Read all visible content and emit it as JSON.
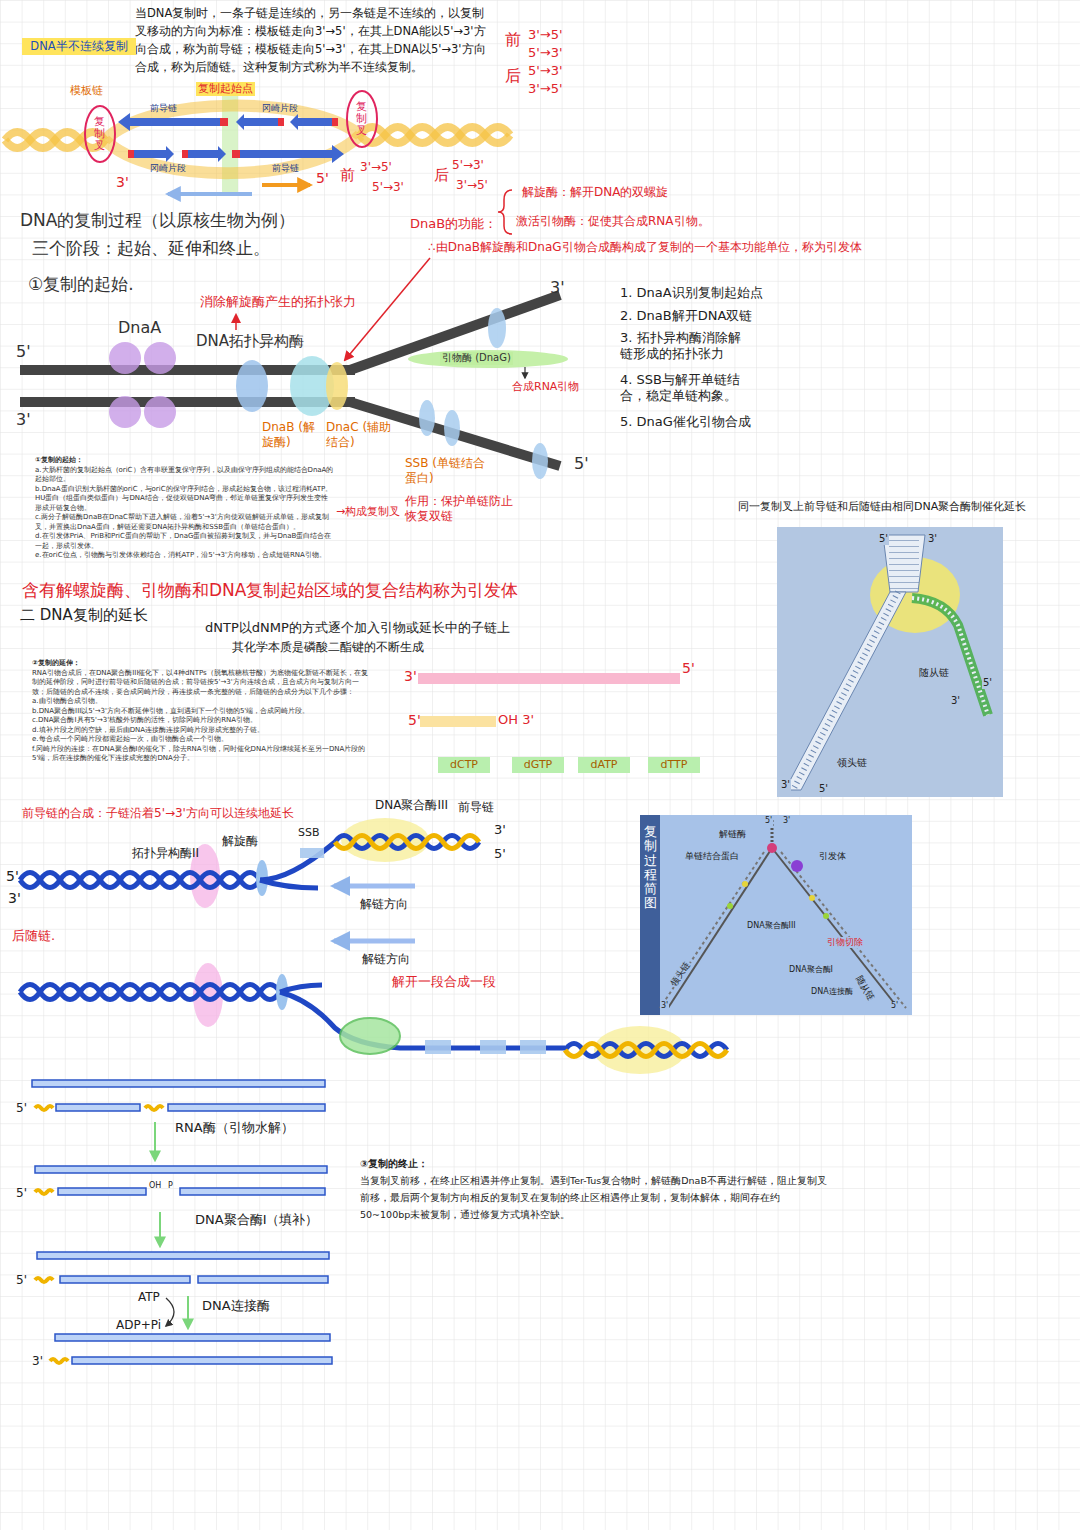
{
  "diagram": {
    "nodes": [
      {
        "text": [
          "DNA半不连续复制"
        ]
      },
      {
        "text": [
          "dCTP"
        ]
      },
      {
        "text": [
          "dGTP"
        ]
      },
      {
        "text": [
          "dATP"
        ]
      },
      {
        "text": [
          "dTTP"
        ]
      },
      {
        "text": [
          "5'",
          "3'",
          "随从链",
          "5'",
          "3'",
          "领头链",
          "3'",
          "5'"
        ]
      },
      {
        "text": [
          "复制过程简图",
          "5'",
          "3'",
          "解链酶",
          "单链结合蛋白",
          "引发体",
          "DNA聚合酶III",
          "引物切除",
          "DNA聚合酶I",
          "DNA连接酶",
          "领头链",
          "随从链",
          "3'",
          "5'"
        ]
      }
    ],
    "labels": [
      "当DNA复制时，一条子链是连续的，另一条链是不连续的，以复制叉移动的方向为标准：模板链走向3'→5'，在其上DNA能以5'→3'方向合成，称为前导链；模板链走向5'→3'，在其上DNA以5'→3'方向合成，称为后随链。这种复制方式称为半不连续复制。",
      "前",
      "3'→5'",
      "5'→3'",
      "后",
      "5'→3'",
      "3'→5'",
      "模板链",
      "复制起始点",
      "前导链",
      "冈崎片段",
      "冈崎片段",
      "前导链",
      "复制叉",
      "复制叉",
      "3'",
      "5'",
      "前",
      "3'→5'",
      "5'→3'",
      "后",
      "5'→3'",
      "3'→5'",
      "DNA的复制过程（以原核生物为例）",
      "三个阶段：起始、延伸和终止。",
      "①复制的起始.",
      "DnaB的功能：",
      "解旋酶：解开DNA的双螺旋",
      "激活引物酶：促使其合成RNA引物。",
      "∴由DnaB解旋酶和DnaG引物合成酶构成了复制的一个基本功能单位，称为引发体",
      "3'",
      "消除解旋酶产生的拓扑张力",
      "DNA拓扑异构酶",
      "DnaA",
      "5'",
      "3'",
      "5'",
      "引物酶 (DnaG)",
      "合成RNA引物",
      "DnaB (解旋酶)",
      "DnaC (辅助结合)",
      "SSB (单链结合蛋白)",
      "作用：保护单链防止恢复双链",
      "1. DnaA识别复制起始点",
      "2. DnaB解开DNA双链",
      "3. 拓扑异构酶消除解链形成的拓扑张力",
      "4. SSB与解开单链结合，稳定单链构象。",
      "5. DnaG催化引物合成",
      "①复制的起始：",
      "a.大肠杆菌的复制起始点（oriC）含有串联重复保守序列，以及由保守序列组成的能结合DnaA的起始部位。",
      "b.DnaA蛋白识别大肠杆菌的oriC，与oriC的保守序列结合，形成起始复合物，该过程消耗ATP。HU蛋白（组蛋白类似蛋白）与DNA结合，促使双链DNA弯曲，邻近单链重复保守序列发生变性形成开链复合物。",
      "c.两分子解链酶DnaB在DnaC帮助下进入解链，沿着5'→3'方向使双链解链开成单链，形成复制叉，并置换出DnaA蛋白，解链还需要DNA拓扑异构酶和SSB蛋白（单链结合蛋白）。",
      "d.在引发体PriA、PriB和PriC蛋白的帮助下，DnaG蛋白被招募到复制叉，并与DnaB蛋白结合在一起，形成引发体。",
      "e.在oriC位点，引物酶与引发体依赖结合，消耗ATP，沿5'→3'方向移动，合成短链RNA引物。",
      "→构成复制叉",
      "含有解螺旋酶、引物酶和DNA复制起始区域的复合结构称为引发体",
      "二 DNA复制的延长",
      "dNTP以dNMP的方式逐个加入引物或延长中的子链上",
      "其化学本质是磷酸二酯键的不断生成",
      "②复制的延伸：",
      "RNA引物合成后，在DNA聚合酶III催化下，以4种dNTPs（脱氧核糖核苷酸）为底物催化新链不断延长，在复制的延伸阶段，同时进行前导链和后随链的合成；前导链按5'→3'方向连续合成，且合成方向与复制方向一致；后随链的合成不连续，要合成冈崎片段，再连接成一条完整的链，后随链的合成分为以下几个步骤：",
      "a.由引物酶合成引物。",
      "b.DNA聚合酶III以5'→3'方向不断延伸引物，直到遇到下一个引物的5'端，合成冈崎片段。",
      "c.DNA聚合酶I具有5'→3'核酸外切酶的活性，切除冈崎片段的RNA引物。",
      "d.填补片段之间的空缺，最后由DNA连接酶连接冈崎片段形成完整的子链。",
      "e.每合成一个冈崎片段都需起始一次，由引物酶合成一个引物。",
      "f.冈崎片段的连接：在DNA聚合酶I的催化下，除去RNA引物，同时催化DNA片段继续延长至另一DNA片段的5'端，后在连接酶的催化下连接成完整的DNA分子。",
      "3'",
      "5'",
      "5'",
      "OH 3'",
      "同一复制叉上前导链和后随链由相同DNA聚合酶制催化延长",
      "前导链的合成：子链沿着5'→3'方向可以连续地延长",
      "DNA聚合酶III",
      "前导链",
      "SSB",
      "拓扑异构酶II",
      "解旋酶",
      "5'",
      "3'",
      "3'",
      "5'",
      "解链方向",
      "后随链.",
      "解链方向",
      "解开一段合成一段",
      "5'",
      "RNA酶（引物水解）",
      "5'",
      "OH",
      "P",
      "DNA聚合酶I（填补）",
      "5'",
      "ATP",
      "ADP+Pi",
      "DNA连接酶",
      "3'",
      "③复制的终止：",
      "当复制叉前移，在终止区相遇并停止复制。遇到Ter-Tus复合物时，解链酶DnaB不再进行解链，阻止复制叉前移，最后两个复制方向相反的复制叉在复制的终止区相遇停止复制，复制体解体，期间存在约50~100bp未被复制，通过修复方式填补空缺。"
    ]
  }
}
